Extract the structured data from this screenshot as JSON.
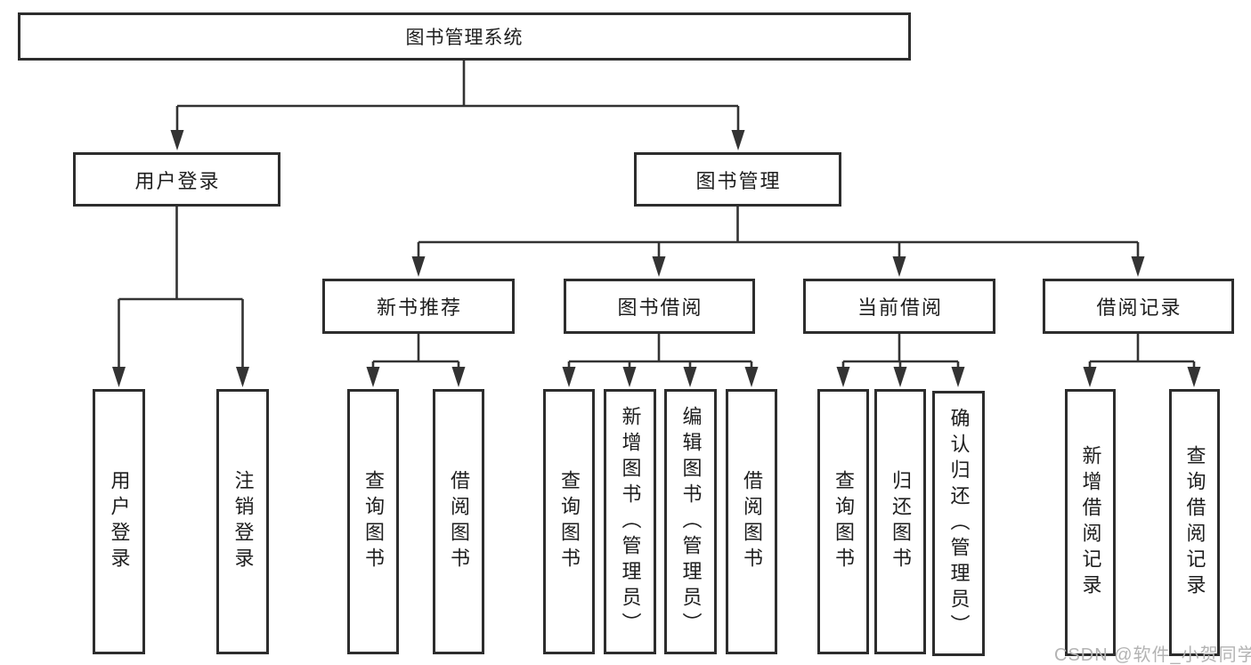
{
  "colors": {
    "background": "#ffffff",
    "box_border": "#2d2d2d",
    "connector_line": "#333333",
    "text": "#1e1e1e",
    "watermark_text": "#b3b3b3"
  },
  "diagram": {
    "root": {
      "label": "图书管理系统"
    },
    "level2": [
      {
        "label": "用户登录"
      },
      {
        "label": "图书管理"
      }
    ],
    "level3": [
      {
        "label": "新书推荐"
      },
      {
        "label": "图书借阅"
      },
      {
        "label": "当前借阅"
      },
      {
        "label": "借阅记录"
      }
    ],
    "leaves": {
      "user_login": [
        {
          "label": "用户登录"
        },
        {
          "label": "注销登录"
        }
      ],
      "new_book_recommend": [
        {
          "label": "查询图书"
        },
        {
          "label": "借阅图书"
        }
      ],
      "book_borrow": [
        {
          "label": "查询图书"
        },
        {
          "label": "新增图书（管理员）"
        },
        {
          "label": "编辑图书（管理员）"
        },
        {
          "label": "借阅图书"
        }
      ],
      "current_borrow": [
        {
          "label": "查询图书"
        },
        {
          "label": "归还图书"
        },
        {
          "label": "确认归还（管理员）"
        }
      ],
      "borrow_records": [
        {
          "label": "新增借阅记录"
        },
        {
          "label": "查询借阅记录"
        }
      ]
    }
  },
  "watermark": {
    "text": "CSDN @软件_小贺同学"
  }
}
